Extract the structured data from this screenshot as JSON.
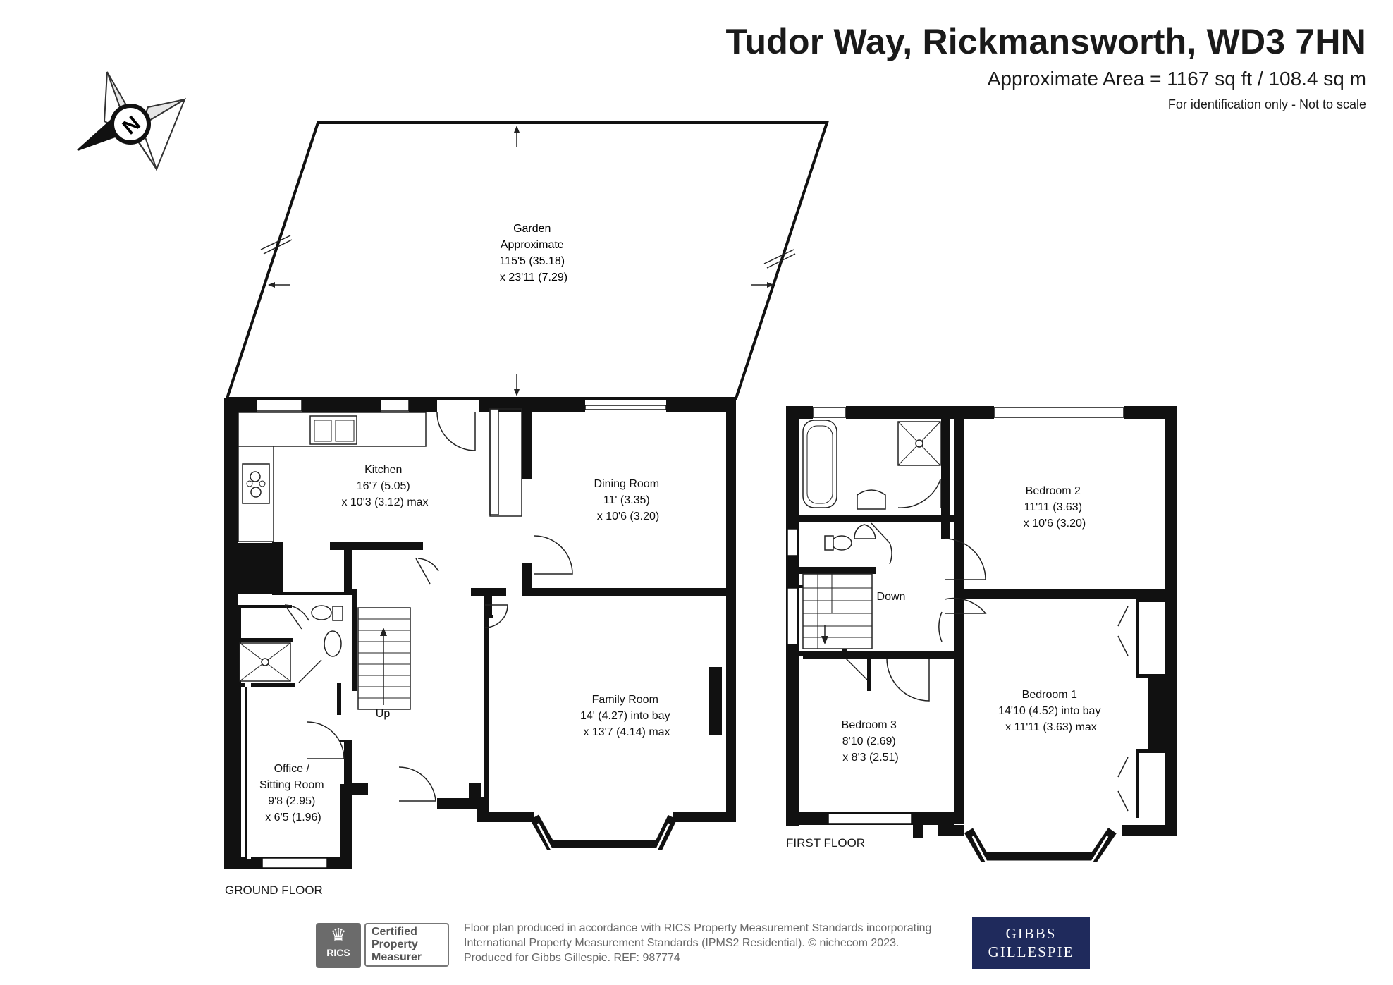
{
  "header": {
    "title": "Tudor Way, Rickmansworth, WD3 7HN",
    "area": "Approximate Area = 1167 sq ft / 108.4 sq m",
    "note": "For identification only - Not to scale"
  },
  "compass": {
    "label": "N"
  },
  "garden": {
    "lines": [
      "Garden",
      "Approximate",
      "115'5 (35.18)",
      "x 23'11 (7.29)"
    ]
  },
  "ground_floor": {
    "label": "GROUND FLOOR",
    "rooms": [
      {
        "id": "kitchen",
        "lines": [
          "Kitchen",
          "16'7 (5.05)",
          "x 10'3 (3.12) max"
        ]
      },
      {
        "id": "dining",
        "lines": [
          "Dining Room",
          "11' (3.35)",
          "x 10'6 (3.20)"
        ]
      },
      {
        "id": "family",
        "lines": [
          "Family Room",
          "14' (4.27) into bay",
          "x 13'7 (4.14)  max"
        ]
      },
      {
        "id": "office",
        "lines": [
          "Office /",
          "Sitting Room",
          "9'8 (2.95)",
          "x 6'5 (1.96)"
        ]
      }
    ],
    "stairs_label": "Up"
  },
  "first_floor": {
    "label": "FIRST FLOOR",
    "rooms": [
      {
        "id": "bed2",
        "lines": [
          "Bedroom 2",
          "11'11 (3.63)",
          "x 10'6 (3.20)"
        ]
      },
      {
        "id": "bed1",
        "lines": [
          "Bedroom 1",
          "14'10 (4.52) into bay",
          "x 11'11 (3.63) max"
        ]
      },
      {
        "id": "bed3",
        "lines": [
          "Bedroom 3",
          "8'10 (2.69)",
          "x 8'3 (2.51)"
        ]
      }
    ],
    "stairs_label": "Down"
  },
  "footer": {
    "rics_label": "RICS",
    "cert_lines": [
      "Certified",
      "Property",
      "Measurer"
    ],
    "text_lines": [
      "Floor plan produced in accordance with RICS Property Measurement Standards incorporating",
      "International Property Measurement Standards (IPMS2 Residential).   © nichecom 2023.",
      "Produced for Gibbs Gillespie.   REF:  987774"
    ],
    "brand_lines": [
      "GIBBS",
      "GILLESPIE"
    ]
  }
}
